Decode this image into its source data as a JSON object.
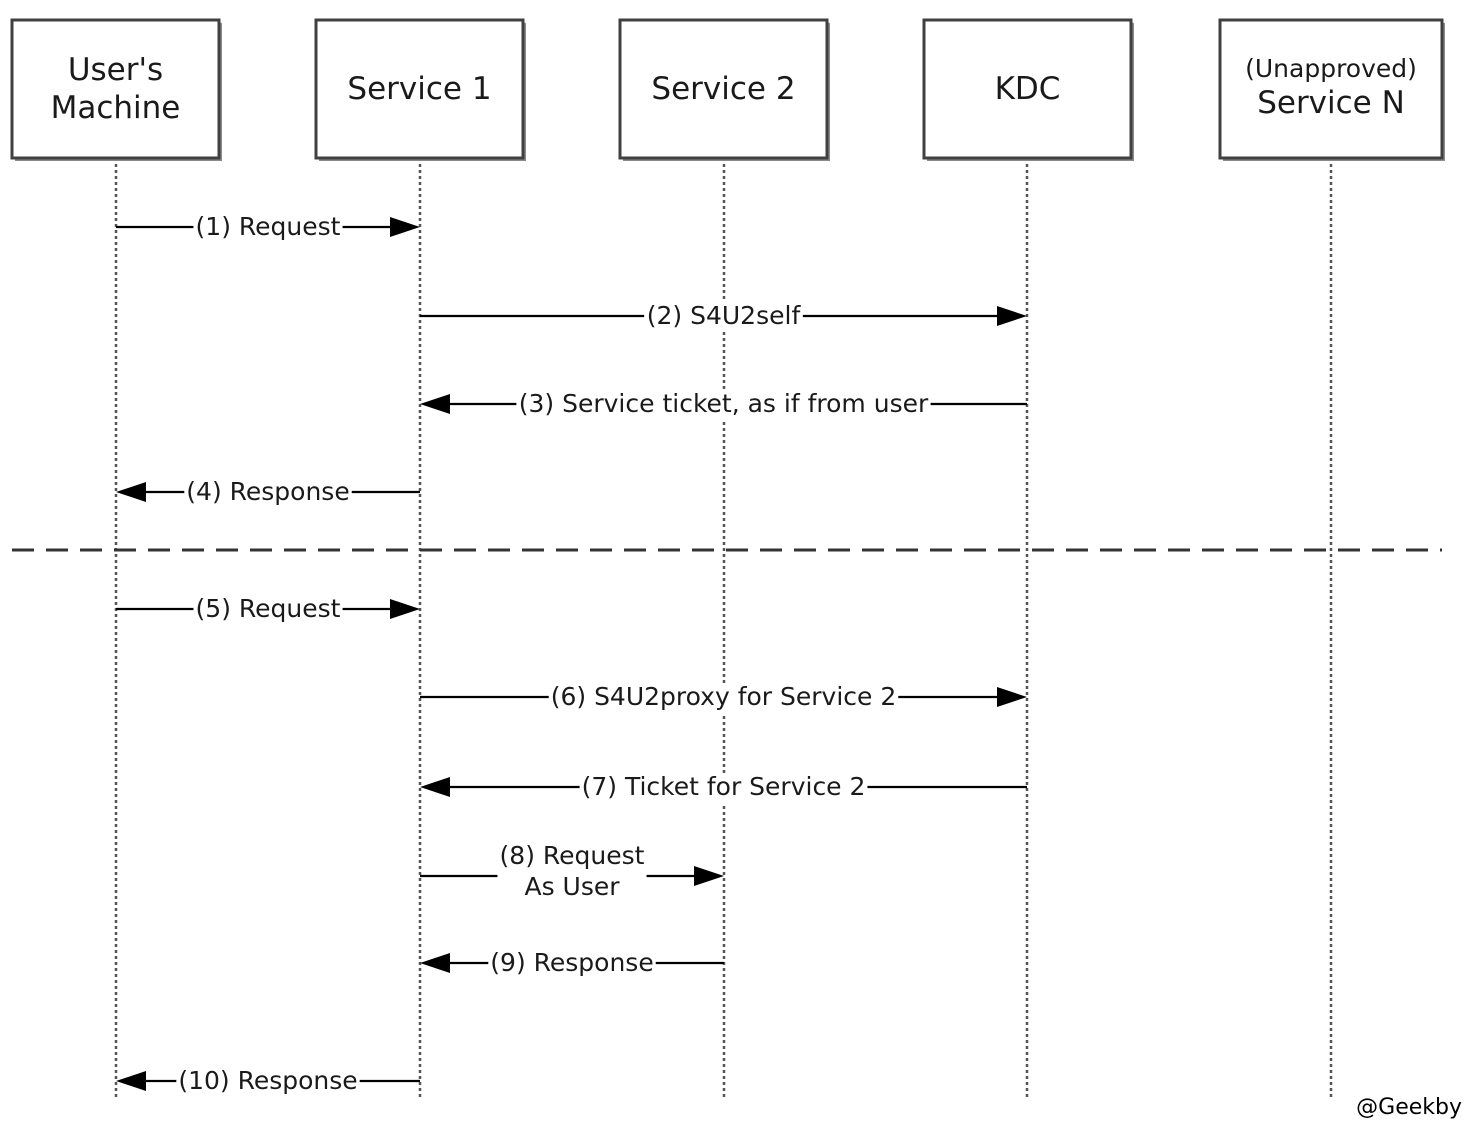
{
  "participants": [
    {
      "id": "users-machine",
      "lines": [
        "User's",
        "Machine"
      ]
    },
    {
      "id": "service-1",
      "lines": [
        "Service 1"
      ]
    },
    {
      "id": "service-2",
      "lines": [
        "Service 2"
      ]
    },
    {
      "id": "kdc",
      "lines": [
        "KDC"
      ]
    },
    {
      "id": "service-n",
      "note": "(Unapproved)",
      "lines": [
        "Service N"
      ]
    }
  ],
  "messages": [
    {
      "id": "msg-1",
      "from": "users-machine",
      "to": "service-1",
      "lines": [
        "(1) Request"
      ]
    },
    {
      "id": "msg-2",
      "from": "service-1",
      "to": "kdc",
      "lines": [
        "(2) S4U2self"
      ]
    },
    {
      "id": "msg-3",
      "from": "kdc",
      "to": "service-1",
      "lines": [
        "(3) Service ticket, as if from user"
      ]
    },
    {
      "id": "msg-4",
      "from": "service-1",
      "to": "users-machine",
      "lines": [
        "(4) Response"
      ]
    },
    {
      "id": "msg-5",
      "from": "users-machine",
      "to": "service-1",
      "lines": [
        "(5) Request"
      ]
    },
    {
      "id": "msg-6",
      "from": "service-1",
      "to": "kdc",
      "lines": [
        "(6) S4U2proxy for Service 2"
      ]
    },
    {
      "id": "msg-7",
      "from": "kdc",
      "to": "service-1",
      "lines": [
        "(7) Ticket for Service 2"
      ]
    },
    {
      "id": "msg-8",
      "from": "service-1",
      "to": "service-2",
      "lines": [
        "(8) Request",
        "As User"
      ]
    },
    {
      "id": "msg-9",
      "from": "service-2",
      "to": "service-1",
      "lines": [
        "(9) Response"
      ]
    },
    {
      "id": "msg-10",
      "from": "service-1",
      "to": "users-machine",
      "lines": [
        "(10) Response"
      ]
    }
  ],
  "separator_after_message": 4,
  "credit": "@Geekby"
}
